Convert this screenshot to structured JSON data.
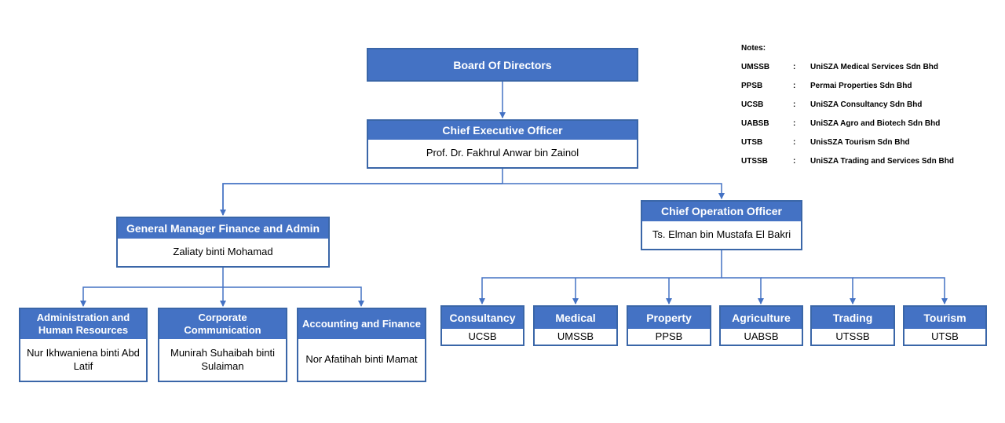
{
  "board": {
    "title": "Board Of Directors"
  },
  "ceo": {
    "title": "Chief Executive Officer",
    "name": "Prof. Dr. Fakhrul Anwar bin Zainol"
  },
  "gm": {
    "title": "General Manager Finance and Admin",
    "name": "Zaliaty binti Mohamad"
  },
  "coo": {
    "title": "Chief Operation Officer",
    "name": "Ts. Elman bin Mustafa El Bakri"
  },
  "gm_units": [
    {
      "title": "Administration and Human Resources",
      "name": "Nur Ikhwaniena binti Abd Latif"
    },
    {
      "title": "Corporate Communication",
      "name": "Munirah Suhaibah binti Sulaiman"
    },
    {
      "title": "Accounting and Finance",
      "name": "Nor Afatihah binti Mamat"
    }
  ],
  "coo_units": [
    {
      "title": "Consultancy",
      "code": "UCSB"
    },
    {
      "title": "Medical",
      "code": "UMSSB"
    },
    {
      "title": "Property",
      "code": "PPSB"
    },
    {
      "title": "Agriculture",
      "code": "UABSB"
    },
    {
      "title": "Trading",
      "code": "UTSSB"
    },
    {
      "title": "Tourism",
      "code": "UTSB"
    }
  ],
  "notes": {
    "title": "Notes:",
    "separator": ":",
    "items": [
      {
        "abbr": "UMSSB",
        "full": "UniSZA Medical Services Sdn Bhd"
      },
      {
        "abbr": "PPSB",
        "full": "Permai Properties Sdn Bhd"
      },
      {
        "abbr": "UCSB",
        "full": "UniSZA Consultancy Sdn Bhd"
      },
      {
        "abbr": "UABSB",
        "full": "UniSZA Agro and Biotech Sdn Bhd"
      },
      {
        "abbr": "UTSB",
        "full": "UnisSZA Tourism Sdn Bhd"
      },
      {
        "abbr": "UTSSB",
        "full": "UniSZA Trading and Services Sdn Bhd"
      }
    ]
  },
  "colors": {
    "box_fill": "#4472c4",
    "box_border": "#3a66a8",
    "connector": "#4472c4"
  }
}
